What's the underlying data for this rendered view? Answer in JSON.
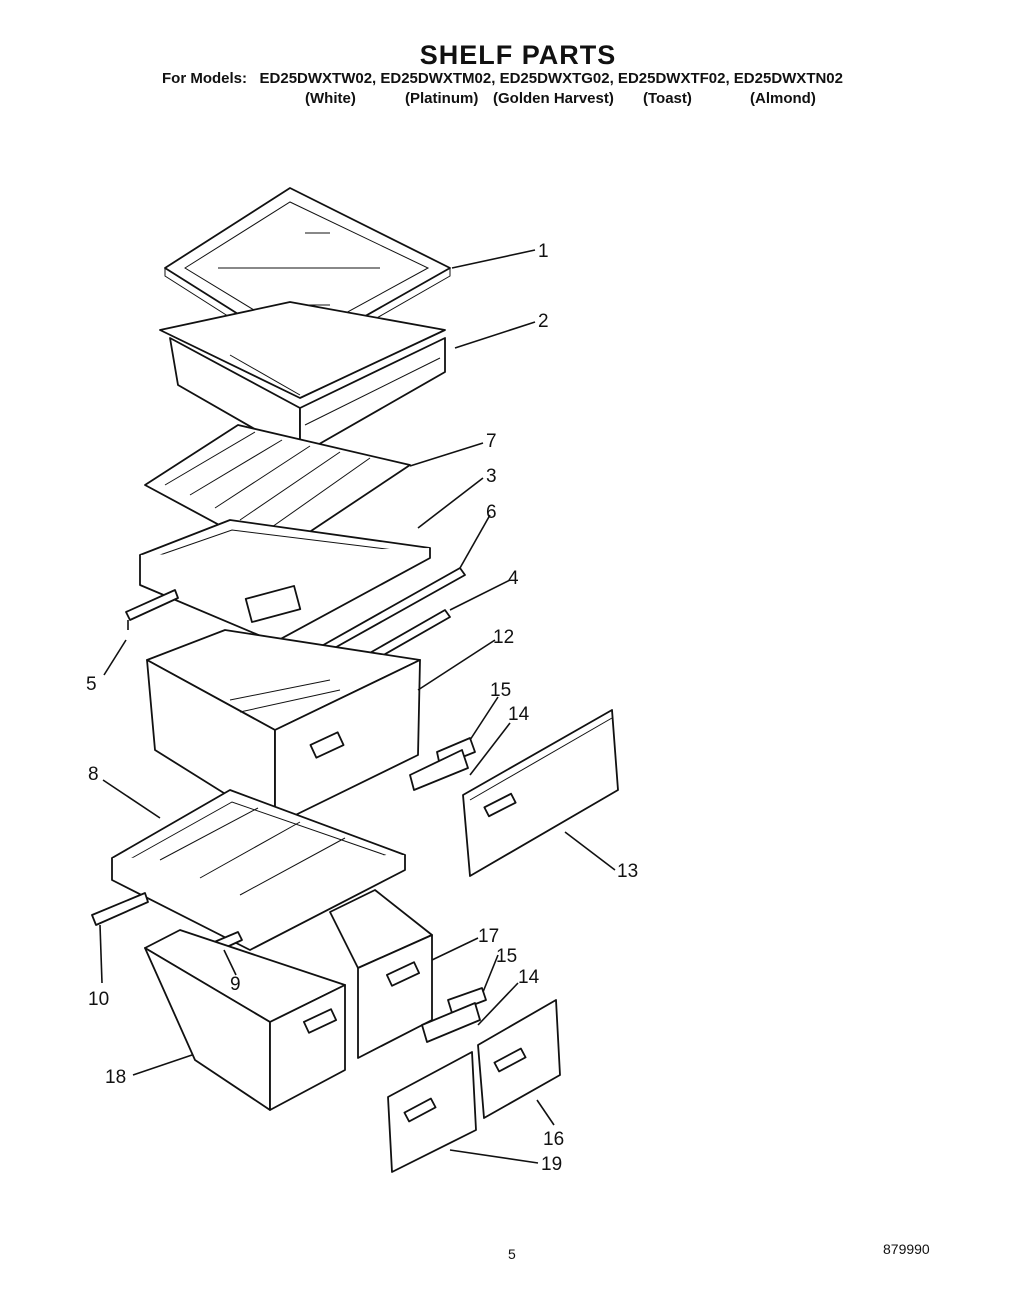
{
  "header": {
    "title": "SHELF PARTS",
    "models_label": "For Models:",
    "models": "ED25DWXTW02, ED25DWXTM02, ED25DWXTG02, ED25DWXTF02, ED25DWXTN02",
    "colors": [
      "(White)",
      "(Platinum)",
      "(Golden Harvest)",
      "(Toast)",
      "(Almond)"
    ]
  },
  "callouts": [
    "1",
    "2",
    "7",
    "3",
    "6",
    "4",
    "12",
    "5",
    "15",
    "14",
    "8",
    "13",
    "17",
    "15",
    "14",
    "10",
    "9",
    "18",
    "16",
    "19"
  ],
  "footer": {
    "page_number": "5",
    "doc_number": "879990"
  }
}
